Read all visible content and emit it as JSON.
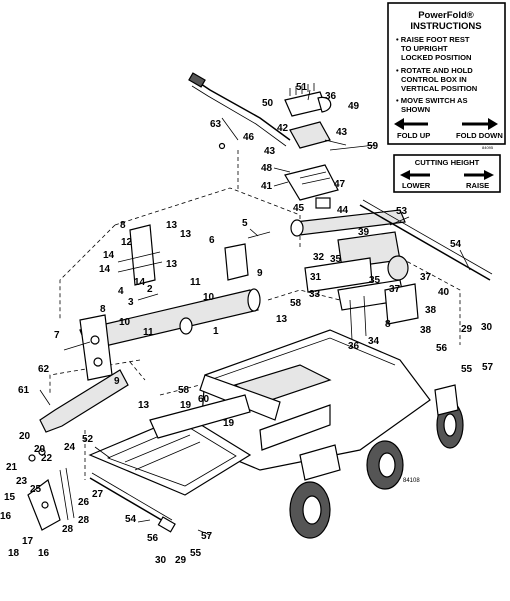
{
  "figure_id": "84108",
  "powerfold_box": {
    "title_line1": "PowerFold®",
    "title_line2": "INSTRUCTIONS",
    "step1": [
      "• RAISE FOOT REST",
      "TO UPRIGHT",
      "LOCKED POSITION"
    ],
    "step2": [
      "• ROTATE AND HOLD",
      "CONTROL BOX IN",
      "VERTICAL POSITION"
    ],
    "step3": [
      "• MOVE SWITCH AS",
      "SHOWN"
    ],
    "left_label": "FOLD UP",
    "right_label": "FOLD DOWN",
    "code": "84095"
  },
  "cutting_height_box": {
    "title": "CUTTING HEIGHT",
    "left_label": "LOWER",
    "right_label": "RAISE"
  },
  "callouts": [
    {
      "id": "c-51",
      "label": "51"
    },
    {
      "id": "c-36a",
      "label": "36"
    },
    {
      "id": "c-50",
      "label": "50"
    },
    {
      "id": "c-49",
      "label": "49"
    },
    {
      "id": "c-63",
      "label": "63"
    },
    {
      "id": "c-46",
      "label": "46"
    },
    {
      "id": "c-42",
      "label": "42"
    },
    {
      "id": "c-43a",
      "label": "43"
    },
    {
      "id": "c-43b",
      "label": "43"
    },
    {
      "id": "c-59",
      "label": "59"
    },
    {
      "id": "c-48",
      "label": "48"
    },
    {
      "id": "c-41",
      "label": "41"
    },
    {
      "id": "c-47",
      "label": "47"
    },
    {
      "id": "c-45",
      "label": "45"
    },
    {
      "id": "c-44",
      "label": "44"
    },
    {
      "id": "c-53",
      "label": "53"
    },
    {
      "id": "c-54a",
      "label": "54"
    },
    {
      "id": "c-8a",
      "label": "8"
    },
    {
      "id": "c-13a",
      "label": "13"
    },
    {
      "id": "c-13b",
      "label": "13"
    },
    {
      "id": "c-12",
      "label": "12"
    },
    {
      "id": "c-5",
      "label": "5"
    },
    {
      "id": "c-39",
      "label": "39"
    },
    {
      "id": "c-14a",
      "label": "14"
    },
    {
      "id": "c-13c",
      "label": "13"
    },
    {
      "id": "c-6",
      "label": "6"
    },
    {
      "id": "c-9a",
      "label": "9"
    },
    {
      "id": "c-14b",
      "label": "14"
    },
    {
      "id": "c-14c",
      "label": "14"
    },
    {
      "id": "c-11a",
      "label": "11"
    },
    {
      "id": "c-4",
      "label": "4"
    },
    {
      "id": "c-2",
      "label": "2"
    },
    {
      "id": "c-10a",
      "label": "10"
    },
    {
      "id": "c-3",
      "label": "3"
    },
    {
      "id": "c-32",
      "label": "32"
    },
    {
      "id": "c-35a",
      "label": "35"
    },
    {
      "id": "c-35b",
      "label": "35"
    },
    {
      "id": "c-37",
      "label": "37"
    },
    {
      "id": "c-31",
      "label": "31"
    },
    {
      "id": "c-37b",
      "label": "37"
    },
    {
      "id": "c-40",
      "label": "40"
    },
    {
      "id": "c-33",
      "label": "33"
    },
    {
      "id": "c-58a",
      "label": "58"
    },
    {
      "id": "c-38a",
      "label": "38"
    },
    {
      "id": "c-8b",
      "label": "8"
    },
    {
      "id": "c-10b",
      "label": "10"
    },
    {
      "id": "c-11b",
      "label": "11"
    },
    {
      "id": "c-1",
      "label": "1"
    },
    {
      "id": "c-13d",
      "label": "13"
    },
    {
      "id": "c-8c",
      "label": "8"
    },
    {
      "id": "c-38b",
      "label": "38"
    },
    {
      "id": "c-36b",
      "label": "36"
    },
    {
      "id": "c-34",
      "label": "34"
    },
    {
      "id": "c-29a",
      "label": "29"
    },
    {
      "id": "c-30a",
      "label": "30"
    },
    {
      "id": "c-7",
      "label": "7"
    },
    {
      "id": "c-56a",
      "label": "56"
    },
    {
      "id": "c-57a",
      "label": "57"
    },
    {
      "id": "c-55a",
      "label": "55"
    },
    {
      "id": "c-62",
      "label": "62"
    },
    {
      "id": "c-9b",
      "label": "9"
    },
    {
      "id": "c-61",
      "label": "61"
    },
    {
      "id": "c-58b",
      "label": "58"
    },
    {
      "id": "c-60",
      "label": "60"
    },
    {
      "id": "c-13e",
      "label": "13"
    },
    {
      "id": "c-19a",
      "label": "19"
    },
    {
      "id": "c-19b",
      "label": "19"
    },
    {
      "id": "c-20a",
      "label": "20"
    },
    {
      "id": "c-20b",
      "label": "20"
    },
    {
      "id": "c-22",
      "label": "22"
    },
    {
      "id": "c-24",
      "label": "24"
    },
    {
      "id": "c-52",
      "label": "52"
    },
    {
      "id": "c-21",
      "label": "21"
    },
    {
      "id": "c-23",
      "label": "23"
    },
    {
      "id": "c-25",
      "label": "25"
    },
    {
      "id": "c-26",
      "label": "26"
    },
    {
      "id": "c-27",
      "label": "27"
    },
    {
      "id": "c-15",
      "label": "15"
    },
    {
      "id": "c-28a",
      "label": "28"
    },
    {
      "id": "c-28b",
      "label": "28"
    },
    {
      "id": "c-16a",
      "label": "16"
    },
    {
      "id": "c-17",
      "label": "17"
    },
    {
      "id": "c-16b",
      "label": "16"
    },
    {
      "id": "c-18",
      "label": "18"
    },
    {
      "id": "c-54b",
      "label": "54"
    },
    {
      "id": "c-56b",
      "label": "56"
    },
    {
      "id": "c-57b",
      "label": "57"
    },
    {
      "id": "c-30b",
      "label": "30"
    },
    {
      "id": "c-29b",
      "label": "29"
    },
    {
      "id": "c-55b",
      "label": "55"
    }
  ]
}
